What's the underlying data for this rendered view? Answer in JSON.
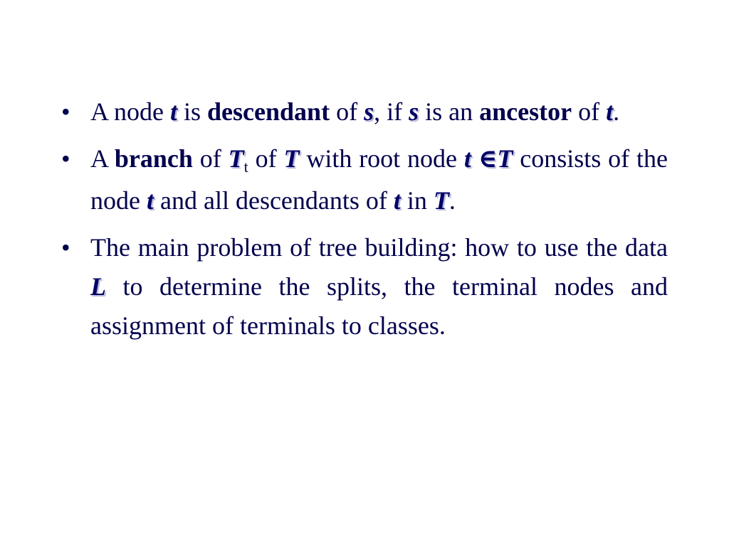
{
  "slide": {
    "bullet_symbol": "•",
    "bullets": [
      {
        "parts": [
          "A node ",
          "t",
          " is ",
          "descendant",
          " of ",
          "s",
          ", if ",
          "s",
          " is an ",
          "ancestor",
          " of ",
          "t",
          "."
        ]
      },
      {
        "parts": [
          "A ",
          "branch",
          " of ",
          "T",
          "t",
          " of ",
          "T",
          " with root node ",
          "t",
          " ",
          "∈T",
          " consists of the node ",
          "t",
          " and all descendants of ",
          "t",
          " in ",
          "T",
          "."
        ]
      },
      {
        "parts": [
          "The main problem of tree building: how to use the data ",
          "L",
          " to determine the splits, the terminal nodes and assignment of terminals to classes."
        ]
      }
    ]
  }
}
